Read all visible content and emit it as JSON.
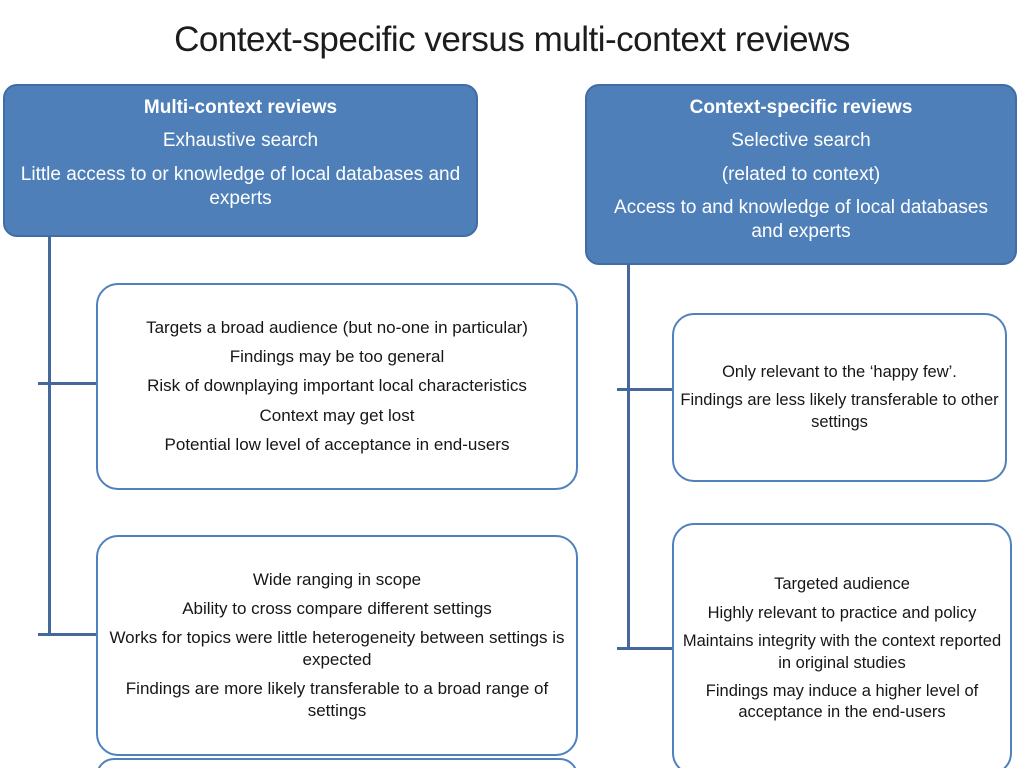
{
  "slide": {
    "title": "Context-specific versus multi-context reviews"
  },
  "colors": {
    "accent-fill": "#4e7fb9",
    "accent-border": "#4f81bd",
    "accent-border-dark": "#3f6da6",
    "connector": "#44689b"
  },
  "left_column": {
    "header_box": {
      "title": "Multi-context reviews",
      "lines": [
        "Exhaustive search",
        "Little access to or knowledge of local databases and experts"
      ]
    },
    "cons_box": {
      "lines": [
        "Targets a broad audience (but no-one in particular)",
        "Findings may be too general",
        "Risk of downplaying important local characteristics",
        "Context may get lost",
        "Potential low level of acceptance in end-users"
      ]
    },
    "pros_box": {
      "lines": [
        "Wide ranging in scope",
        "Ability to cross compare different settings",
        "Works for topics were little heterogeneity between settings is expected",
        "Findings are more likely transferable to a broad range of settings"
      ]
    }
  },
  "right_column": {
    "header_box": {
      "title": "Context-specific reviews",
      "lines": [
        "Selective search",
        "(related to context)",
        "Access to and knowledge of local databases and experts"
      ]
    },
    "cons_box": {
      "lines": [
        "Only relevant to the ‘happy few’.",
        "Findings are less likely transferable to other settings"
      ]
    },
    "pros_box": {
      "lines": [
        "Targeted audience",
        "Highly relevant to practice and policy",
        "Maintains integrity with the context reported in original studies",
        "Findings may induce a higher level of acceptance in the end-users"
      ]
    }
  }
}
